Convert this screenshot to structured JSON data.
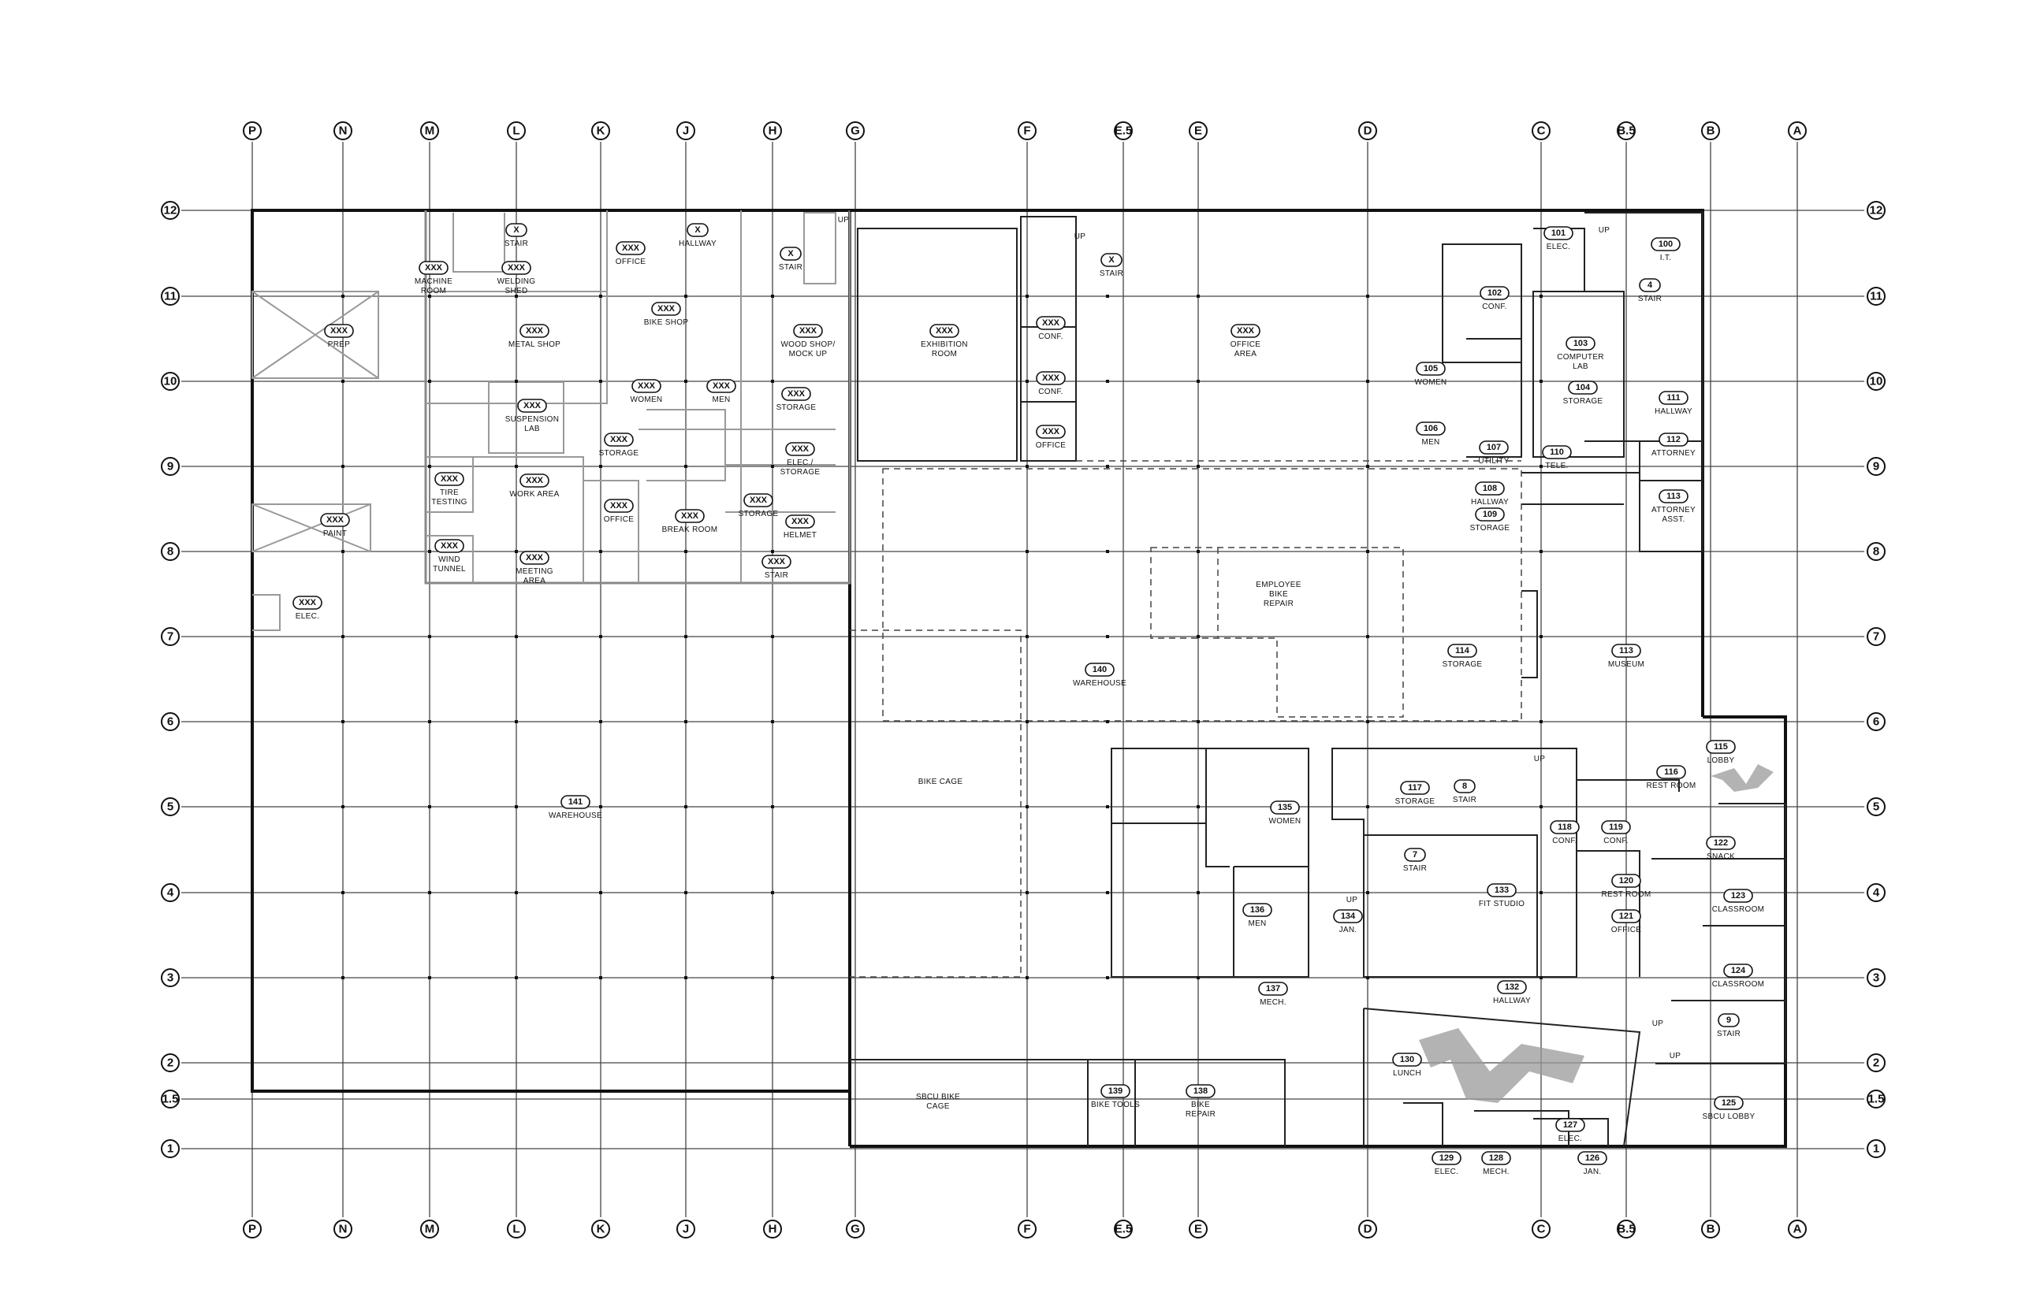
{
  "grid": {
    "columns": [
      "P",
      "N",
      "M",
      "L",
      "K",
      "J",
      "H",
      "G",
      "F",
      "E.5",
      "E",
      "D",
      "C",
      "B.5",
      "B",
      "A"
    ],
    "rows": [
      "12",
      "11",
      "10",
      "9",
      "8",
      "7",
      "6",
      "5",
      "4",
      "3",
      "2",
      "1.5",
      "1"
    ]
  },
  "rooms": [
    {
      "tag": "XXX",
      "label": "PREP"
    },
    {
      "tag": "XXX",
      "label": "PAINT"
    },
    {
      "tag": "XXX",
      "label": "ELEC."
    },
    {
      "tag": "XXX",
      "label": "MACHINE ROOM"
    },
    {
      "tag": "XXX",
      "label": "WELDING SHED"
    },
    {
      "tag": "X",
      "label": "STAIR"
    },
    {
      "tag": "XXX",
      "label": "OFFICE"
    },
    {
      "tag": "X",
      "label": "HALLWAY"
    },
    {
      "tag": "X",
      "label": "STAIR"
    },
    {
      "tag": "XXX",
      "label": "METAL SHOP"
    },
    {
      "tag": "XXX",
      "label": "BIKE SHOP"
    },
    {
      "tag": "XXX",
      "label": "WOOD SHOP/ MOCK UP"
    },
    {
      "tag": "XXX",
      "label": "WOMEN"
    },
    {
      "tag": "XXX",
      "label": "MEN"
    },
    {
      "tag": "XXX",
      "label": "STORAGE"
    },
    {
      "tag": "XXX",
      "label": "SUSPENSION LAB"
    },
    {
      "tag": "XXX",
      "label": "STORAGE"
    },
    {
      "tag": "XXX",
      "label": "ELEC./ STORAGE"
    },
    {
      "tag": "XXX",
      "label": "TIRE TESTING"
    },
    {
      "tag": "XXX",
      "label": "WORK AREA"
    },
    {
      "tag": "XXX",
      "label": "OFFICE"
    },
    {
      "tag": "XXX",
      "label": "BREAK ROOM"
    },
    {
      "tag": "XXX",
      "label": "STORAGE"
    },
    {
      "tag": "XXX",
      "label": "HELMET"
    },
    {
      "tag": "XXX",
      "label": "WIND TUNNEL"
    },
    {
      "tag": "XXX",
      "label": "MEETING AREA"
    },
    {
      "tag": "XXX",
      "label": "STAIR"
    },
    {
      "tag": "141",
      "label": "WAREHOUSE"
    },
    {
      "tag": "XXX",
      "label": "EXHIBITION ROOM"
    },
    {
      "tag": "X",
      "label": "STAIR"
    },
    {
      "tag": "XXX",
      "label": "CONF."
    },
    {
      "tag": "XXX",
      "label": "CONF."
    },
    {
      "tag": "XXX",
      "label": "OFFICE"
    },
    {
      "tag": "XXX",
      "label": "OFFICE AREA"
    },
    {
      "tag": "102",
      "label": "CONF."
    },
    {
      "tag": "101",
      "label": "ELEC."
    },
    {
      "tag": "100",
      "label": "I.T."
    },
    {
      "tag": "4",
      "label": "STAIR"
    },
    {
      "tag": "103",
      "label": "COMPUTER LAB"
    },
    {
      "tag": "105",
      "label": "WOMEN"
    },
    {
      "tag": "104",
      "label": "STORAGE"
    },
    {
      "tag": "111",
      "label": "HALLWAY"
    },
    {
      "tag": "106",
      "label": "MEN"
    },
    {
      "tag": "107",
      "label": "UTILITY"
    },
    {
      "tag": "110",
      "label": "TELE."
    },
    {
      "tag": "112",
      "label": "ATTORNEY"
    },
    {
      "tag": "108",
      "label": "HALLWAY"
    },
    {
      "tag": "109",
      "label": "STORAGE"
    },
    {
      "tag": "113",
      "label": "ATTORNEY ASST."
    },
    {
      "tag": "",
      "label": "EMPLOYEE BIKE REPAIR"
    },
    {
      "tag": "140",
      "label": "WAREHOUSE"
    },
    {
      "tag": "114",
      "label": "STORAGE"
    },
    {
      "tag": "113",
      "label": "MUSEUM"
    },
    {
      "tag": "",
      "label": "BIKE CAGE"
    },
    {
      "tag": "115",
      "label": "LOBBY"
    },
    {
      "tag": "117",
      "label": "STORAGE"
    },
    {
      "tag": "8",
      "label": "STAIR"
    },
    {
      "tag": "116",
      "label": "REST ROOM"
    },
    {
      "tag": "135",
      "label": "WOMEN"
    },
    {
      "tag": "118",
      "label": "CONF."
    },
    {
      "tag": "119",
      "label": "CONF."
    },
    {
      "tag": "122",
      "label": "SNACK"
    },
    {
      "tag": "7",
      "label": "STAIR"
    },
    {
      "tag": "133",
      "label": "FIT STUDIO"
    },
    {
      "tag": "120",
      "label": "REST ROOM"
    },
    {
      "tag": "123",
      "label": "CLASSROOM"
    },
    {
      "tag": "136",
      "label": "MEN"
    },
    {
      "tag": "134",
      "label": "JAN."
    },
    {
      "tag": "121",
      "label": "OFFICE"
    },
    {
      "tag": "124",
      "label": "CLASSROOM"
    },
    {
      "tag": "137",
      "label": "MECH."
    },
    {
      "tag": "132",
      "label": "HALLWAY"
    },
    {
      "tag": "9",
      "label": "STAIR"
    },
    {
      "tag": "",
      "label": "SBCU BIKE CAGE"
    },
    {
      "tag": "139",
      "label": "BIKE TOOLS"
    },
    {
      "tag": "138",
      "label": "BIKE REPAIR"
    },
    {
      "tag": "130",
      "label": "LUNCH"
    },
    {
      "tag": "125",
      "label": "SBCU LOBBY"
    },
    {
      "tag": "127",
      "label": "ELEC."
    },
    {
      "tag": "129",
      "label": "ELEC."
    },
    {
      "tag": "128",
      "label": "MECH."
    },
    {
      "tag": "126",
      "label": "JAN."
    }
  ],
  "marks": {
    "up": "UP"
  }
}
